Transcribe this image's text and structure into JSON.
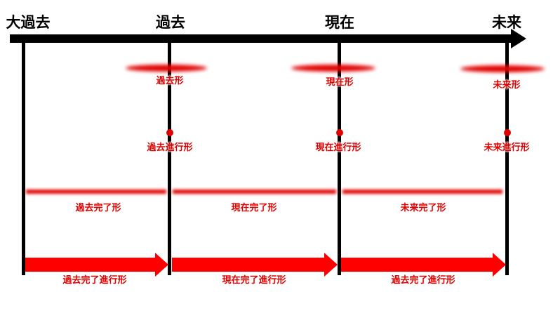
{
  "colors": {
    "accent": "#e00000",
    "line": "#000000"
  },
  "timeline": {
    "labels": [
      "大過去",
      "過去",
      "現在",
      "未来"
    ]
  },
  "simple": [
    "過去形",
    "現在形",
    "未来形"
  ],
  "progressive": [
    "過去進行形",
    "現在進行形",
    "未来進行形"
  ],
  "perfect": [
    "過去完了形",
    "現在完了形",
    "未来完了形"
  ],
  "perfect_progressive": [
    "過去完了進行形",
    "現在完了進行形",
    "過去完了進行形"
  ]
}
